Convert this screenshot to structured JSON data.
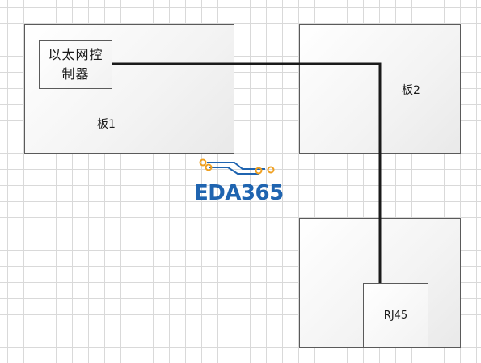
{
  "boards": {
    "board1": {
      "label": "板1"
    },
    "board2": {
      "label": "板2"
    },
    "board3": {
      "label": ""
    }
  },
  "components": {
    "ethernet_controller": {
      "label": "以太网控制器"
    },
    "rj45": {
      "label": "RJ45"
    }
  },
  "logo": {
    "text": "EDA365",
    "text_color": "#1f64b0",
    "trace_color_blue": "#1f64b0",
    "trace_color_orange": "#f0a020"
  },
  "colors": {
    "grid": "#d9d9d9",
    "border": "#5a5a5a",
    "wire": "#1a1a1a"
  }
}
